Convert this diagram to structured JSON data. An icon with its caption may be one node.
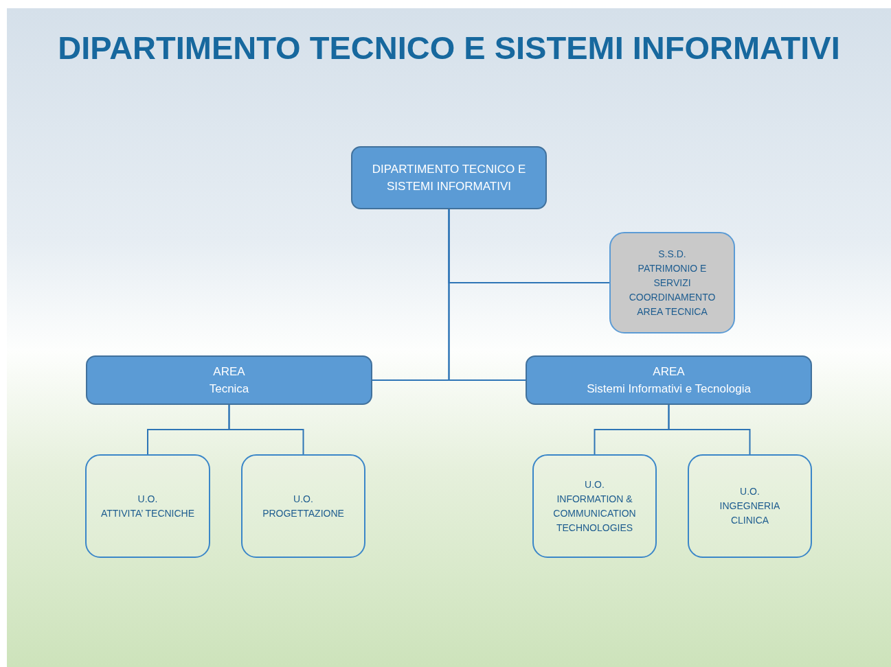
{
  "diagram": {
    "title": "DIPARTIMENTO TECNICO E SISTEMI INFORMATIVI",
    "nodes": [
      {
        "text": [
          "DIPARTIMENTO TECNICO E SISTEMI INFORMATIVI"
        ]
      },
      {
        "text": [
          "S.S.D.",
          "PATRIMONIO E SERVIZI",
          "COORDINAMENTO AREA TECNICA"
        ]
      },
      {
        "text": [
          "AREA",
          "Tecnica"
        ]
      },
      {
        "text": [
          "AREA",
          "Sistemi Informativi e Tecnologia"
        ]
      },
      {
        "text": [
          "U.O.",
          "ATTIVITA’ TECNICHE"
        ]
      },
      {
        "text": [
          "U.O.",
          "PROGETTAZIONE"
        ]
      },
      {
        "text": [
          "U.O.",
          "INFORMATION & COMMUNICATION TECHNOLOGIES"
        ]
      },
      {
        "text": [
          "U.O.",
          "INGEGNERIA CLINICA"
        ]
      }
    ],
    "edges": [
      {
        "from": 0,
        "to": 1,
        "arrow": "none"
      },
      {
        "from": 0,
        "to": 2,
        "arrow": "none"
      },
      {
        "from": 0,
        "to": 3,
        "arrow": "none"
      },
      {
        "from": 2,
        "to": 4,
        "arrow": "none"
      },
      {
        "from": 2,
        "to": 5,
        "arrow": "none"
      },
      {
        "from": 3,
        "to": 6,
        "arrow": "none"
      },
      {
        "from": 3,
        "to": 7,
        "arrow": "none"
      }
    ]
  }
}
